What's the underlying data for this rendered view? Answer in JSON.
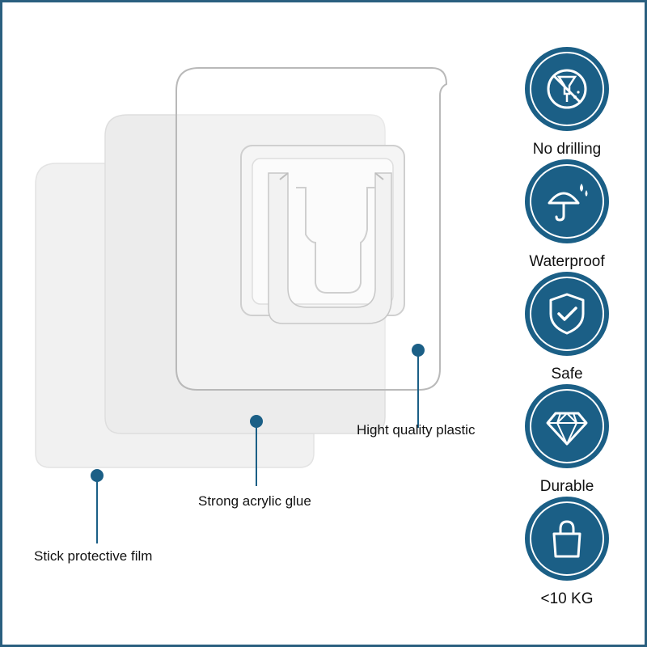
{
  "colors": {
    "accent": "#1b5f86",
    "border": "#2a5f7f",
    "text": "#111111"
  },
  "callouts": [
    {
      "id": "plastic",
      "label": "Hight quality plastic"
    },
    {
      "id": "glue",
      "label": "Strong acrylic glue"
    },
    {
      "id": "film",
      "label": "Stick protective film"
    }
  ],
  "features": [
    {
      "icon": "no-drilling-icon",
      "label": "No drilling"
    },
    {
      "icon": "umbrella-icon",
      "label": "Waterproof"
    },
    {
      "icon": "shield-check-icon",
      "label": "Safe"
    },
    {
      "icon": "diamond-icon",
      "label": "Durable"
    },
    {
      "icon": "shopping-bag-icon",
      "label": "<10 KG"
    }
  ]
}
